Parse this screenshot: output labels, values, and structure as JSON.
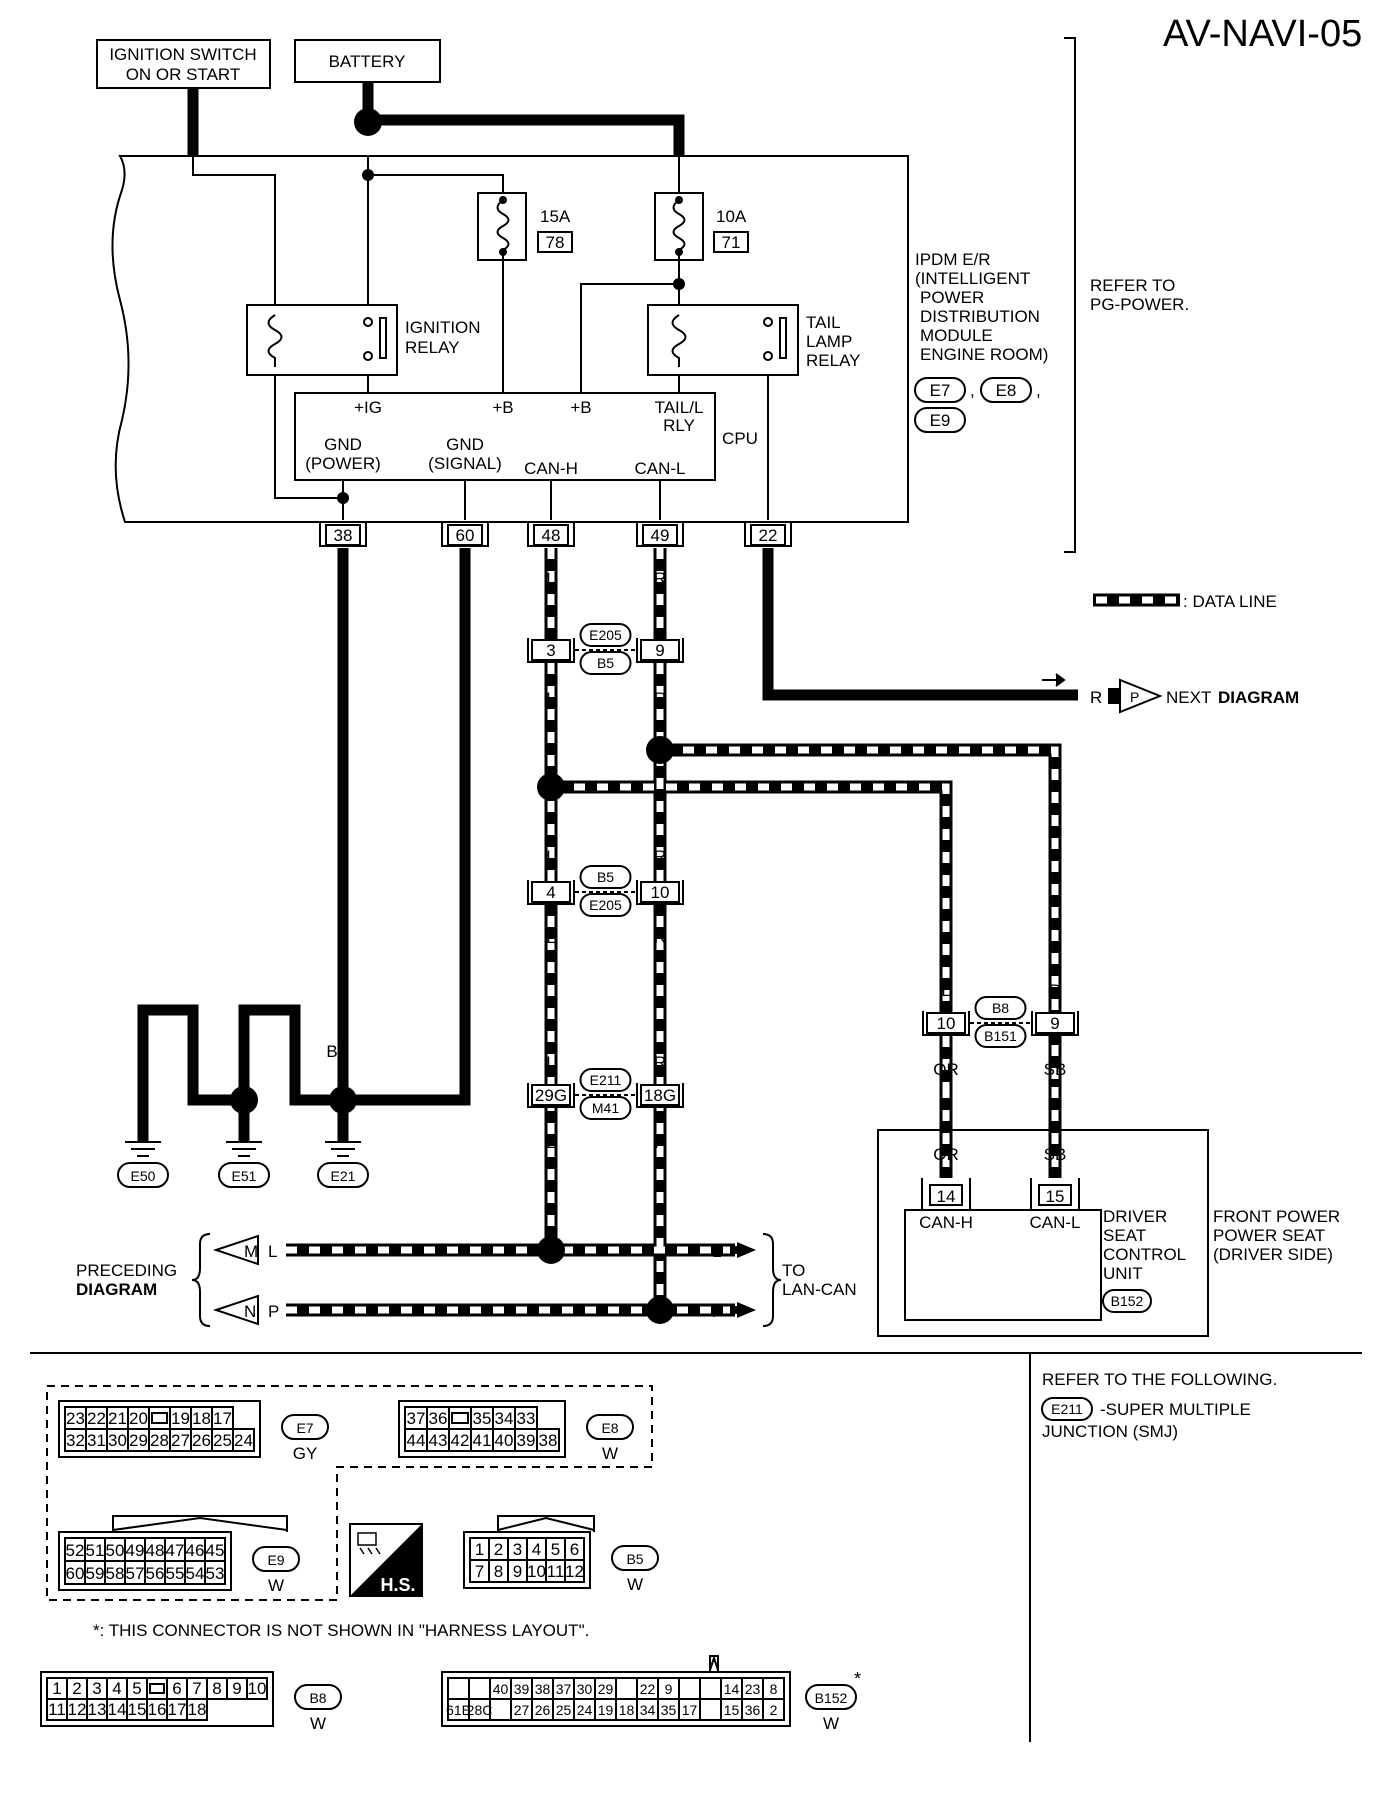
{
  "title": "AV-NAVI-05",
  "sources": {
    "ignition_switch": "IGNITION SWITCH ON OR START",
    "battery": "BATTERY"
  },
  "fuses": [
    {
      "rating": "15A",
      "number": "78"
    },
    {
      "rating": "10A",
      "number": "71"
    }
  ],
  "relays": {
    "ignition": "IGNITION RELAY",
    "tail_lamp": "TAIL LAMP RELAY"
  },
  "ipdm": {
    "name": "IPDM E/R (INTELLIGENT POWER DISTRIBUTION MODULE ENGINE ROOM)",
    "connectors": [
      "E7",
      "E8",
      "E9"
    ],
    "refer": "REFER TO PG-POWER."
  },
  "cpu": {
    "label": "CPU",
    "terminals": [
      "+IG",
      "+B",
      "+B",
      "TAIL/L RLY",
      "GND (POWER)",
      "GND (SIGNAL)",
      "CAN-H",
      "CAN-L"
    ]
  },
  "ipdm_pins": [
    {
      "pin": "38",
      "color": "B"
    },
    {
      "pin": "60",
      "color": "B"
    },
    {
      "pin": "48",
      "color": "L"
    },
    {
      "pin": "49",
      "color": "R"
    },
    {
      "pin": "22",
      "color": "R"
    }
  ],
  "legend": {
    "data_line": ": DATA LINE"
  },
  "next_diagram": {
    "color": "R",
    "connector": "P",
    "text": "NEXT DIAGRAM"
  },
  "joint_connectors": [
    {
      "top": "E205",
      "bottom": "B5",
      "left_pin": "3",
      "right_pin": "9"
    },
    {
      "top": "B5",
      "bottom": "E205",
      "left_pin": "4",
      "right_pin": "10"
    },
    {
      "top": "E211",
      "bottom": "M41",
      "left_pin": "29G",
      "right_pin": "18G"
    },
    {
      "top": "B8",
      "bottom": "B151",
      "left_pin": "10",
      "right_pin": "9"
    }
  ],
  "wire_colors": {
    "can_h": "L",
    "can_l": "R",
    "can_l_after_m41": "P",
    "seat_h": "OR",
    "seat_l": "SB",
    "ground": "B"
  },
  "grounds": [
    "E50",
    "E51",
    "E21"
  ],
  "preceding": {
    "label": "PRECEDING DIAGRAM",
    "connectors": [
      "M",
      "N"
    ],
    "colors": [
      "L",
      "P"
    ]
  },
  "to_lan_can": "TO LAN-CAN",
  "seat_unit": {
    "name": "DRIVER SEAT CONTROL UNIT",
    "connector": "B152",
    "pins": [
      {
        "pin": "14",
        "signal": "CAN-H"
      },
      {
        "pin": "15",
        "signal": "CAN-L"
      }
    ],
    "system": "FRONT POWER SEAT (DRIVER SIDE)"
  },
  "refer_note": {
    "heading": "REFER TO THE FOLLOWING.",
    "connector": "E211",
    "text": "-SUPER MULTIPLE JUNCTION (SMJ)"
  },
  "connector_faces": {
    "e7": {
      "id": "E7",
      "color": "GY",
      "row1": [
        "23",
        "22",
        "21",
        "20",
        "",
        "19",
        "18",
        "17"
      ],
      "row2": [
        "32",
        "31",
        "30",
        "29",
        "28",
        "27",
        "26",
        "25",
        "24"
      ]
    },
    "e8": {
      "id": "E8",
      "color": "W",
      "row1": [
        "37",
        "36",
        "",
        "35",
        "34",
        "33"
      ],
      "row2": [
        "44",
        "43",
        "42",
        "41",
        "40",
        "39",
        "38"
      ]
    },
    "e9": {
      "id": "E9",
      "color": "W",
      "row1": [
        "52",
        "51",
        "50",
        "49",
        "48",
        "47",
        "46",
        "45"
      ],
      "row2": [
        "60",
        "59",
        "58",
        "57",
        "56",
        "55",
        "54",
        "53"
      ]
    },
    "b5": {
      "id": "B5",
      "color": "W",
      "row1": [
        "1",
        "2",
        "3",
        "4",
        "5",
        "6"
      ],
      "row2": [
        "7",
        "8",
        "9",
        "10",
        "11",
        "12"
      ]
    },
    "b8": {
      "id": "B8",
      "color": "W",
      "row1": [
        "1",
        "2",
        "3",
        "4",
        "5",
        "",
        "6",
        "7",
        "8",
        "9",
        "10"
      ],
      "row2": [
        "11",
        "12",
        "13",
        "14",
        "15",
        "16",
        "17",
        "18"
      ]
    },
    "b152": {
      "id": "B152",
      "color": "W",
      "mark": "*",
      "row1": [
        "",
        "",
        "40",
        "39",
        "38",
        "37",
        "30",
        "29",
        "",
        "22",
        "9",
        "",
        "",
        "14",
        "23",
        "8"
      ],
      "row2": [
        "61E",
        "28C",
        "",
        "27",
        "26",
        "25",
        "24",
        "19",
        "18",
        "34",
        "35",
        "17",
        "",
        "15",
        "36",
        "2"
      ]
    }
  },
  "hs_label": "H.S.",
  "footnote": "*: THIS CONNECTOR IS NOT SHOWN IN \"HARNESS LAYOUT\"."
}
